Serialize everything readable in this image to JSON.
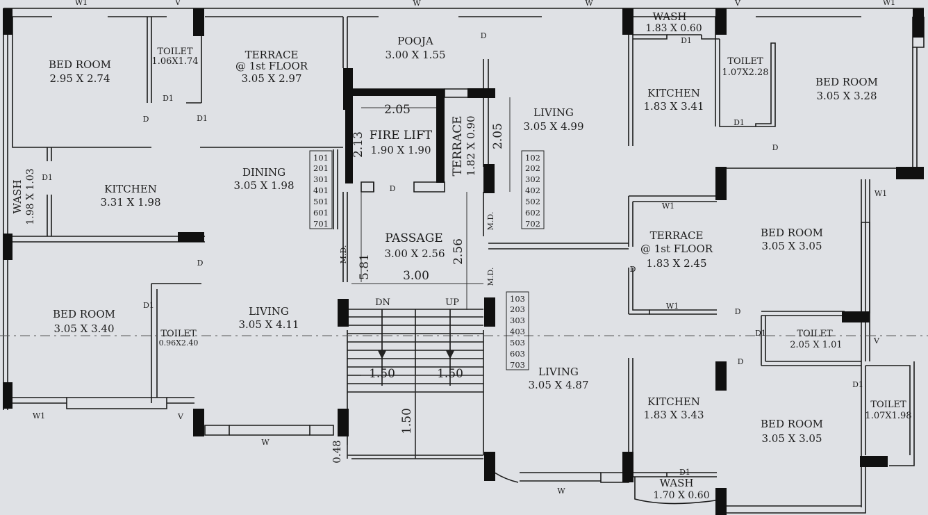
{
  "rooms": [
    {
      "name": "BED ROOM",
      "size": "2.95 X 2.74"
    },
    {
      "name": "TOILET",
      "size": "1.06X1.74"
    },
    {
      "name": "TERRACE",
      "sub": "@ 1st FLOOR",
      "size": "3.05 X 2.97"
    },
    {
      "name": "POOJA",
      "size": "3.00 X 1.55"
    },
    {
      "name": "FIRE LIFT",
      "size": "1.90 X 1.90"
    },
    {
      "name": "TERRACE",
      "size": "1.82 X 0.90"
    },
    {
      "name": "LIVING",
      "size": "3.05 X 4.99"
    },
    {
      "name": "WASH",
      "size": "1.83 X 0.60"
    },
    {
      "name": "KITCHEN",
      "size": "1.83 X 3.41"
    },
    {
      "name": "TOILET",
      "size": "1.07X2.28"
    },
    {
      "name": "BED ROOM",
      "size": "3.05 X 3.28"
    },
    {
      "name": "KITCHEN",
      "size": "3.31 X 1.98"
    },
    {
      "name": "WASH",
      "size": "1.98 X 1.03"
    },
    {
      "name": "DINING",
      "size": "3.05 X 1.98"
    },
    {
      "name": "PASSAGE",
      "size": "3.00 X 2.56"
    },
    {
      "name": "TERRACE",
      "sub": "@ 1st FLOOR",
      "size": "1.83 X 2.45"
    },
    {
      "name": "BED ROOM",
      "size": "3.05 X 3.05"
    },
    {
      "name": "BED ROOM",
      "size": "3.05 X 3.40"
    },
    {
      "name": "TOILET",
      "size": "0.96X2.40"
    },
    {
      "name": "LIVING",
      "size": "3.05 X 4.11"
    },
    {
      "name": "LIVING",
      "size": "3.05 X 4.87"
    },
    {
      "name": "TOILET",
      "size": "2.05 X 1.01"
    },
    {
      "name": "KITCHEN",
      "size": "1.83 X 3.43"
    },
    {
      "name": "BED ROOM",
      "size": "3.05 X 3.05"
    },
    {
      "name": "TOILET",
      "size": "1.07X1.98"
    },
    {
      "name": "WASH",
      "size": "1.70 X 0.60"
    }
  ],
  "units": [
    [
      "101",
      "201",
      "301",
      "401",
      "501",
      "601",
      "701"
    ],
    [
      "102",
      "202",
      "302",
      "402",
      "502",
      "602",
      "702"
    ],
    [
      "103",
      "203",
      "303",
      "403",
      "503",
      "603",
      "703"
    ]
  ],
  "dims": [
    "2.05",
    "2.13",
    "2.05",
    "5.81",
    "2.56",
    "3.00",
    "1.50",
    "1.50",
    "1.50",
    "0.48"
  ],
  "markers": [
    "W1",
    "V",
    "W",
    "W",
    "V",
    "W1",
    "D1",
    "D1",
    "D",
    "D1",
    "D",
    "D",
    "D1",
    "D1",
    "D",
    "D1",
    "W1",
    "W1",
    "W1",
    "D",
    "D",
    "D1",
    "D1",
    "V",
    "D",
    "D1",
    "D1",
    "M.D.",
    "M.D.",
    "M.D.",
    "W1",
    "V",
    "W",
    "W",
    "D",
    "UP",
    "DN"
  ]
}
